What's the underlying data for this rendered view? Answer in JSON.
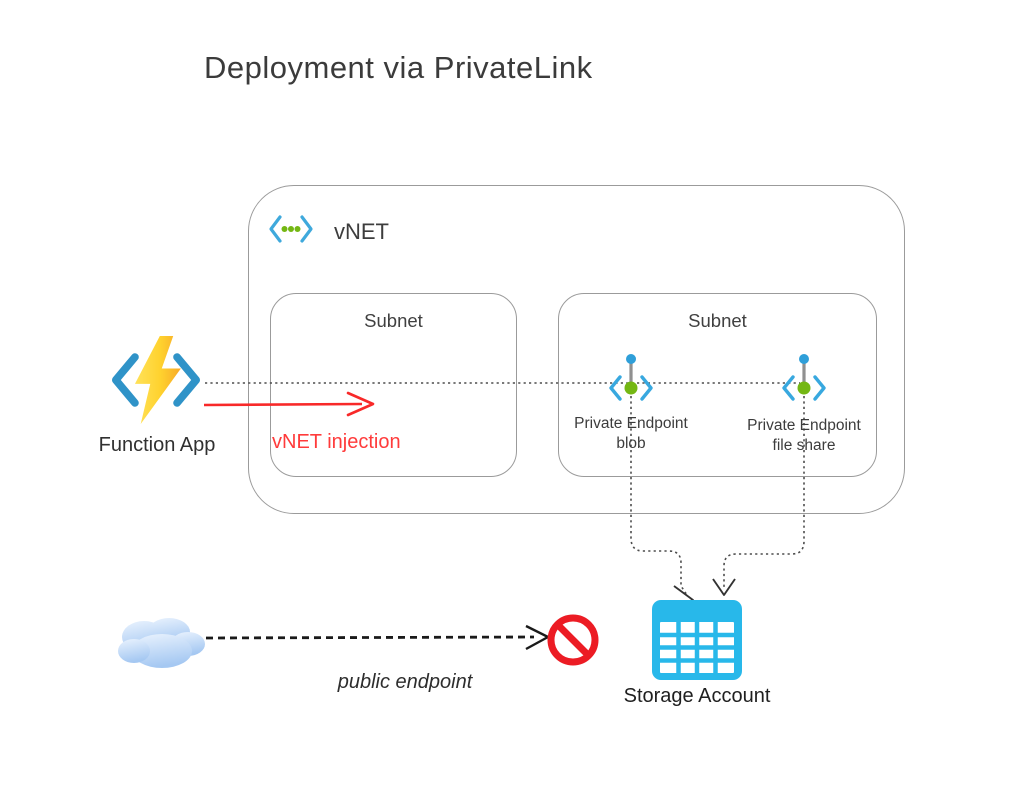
{
  "title": "Deployment via PrivateLink",
  "vnet": {
    "label": "vNET",
    "subnet_left": {
      "label": "Subnet"
    },
    "subnet_right": {
      "label": "Subnet"
    }
  },
  "nodes": {
    "function_app": {
      "label": "Function App"
    },
    "storage": {
      "label": "Storage Account"
    },
    "public_endpoint": {
      "label": "public endpoint"
    }
  },
  "annotations": {
    "vnet_injection": "vNET injection"
  },
  "endpoints": {
    "blob": {
      "line1": "Private Endpoint",
      "line2": "blob"
    },
    "file_share": {
      "line1": "Private Endpoint",
      "line2": "file share"
    }
  },
  "icons": {
    "vnet": "virtual-network-icon",
    "function_app": "function-app-icon",
    "private_endpoint": "private-endpoint-icon",
    "storage": "storage-account-table-icon",
    "cloud": "cloud-icon",
    "no_entry": "prohibited-icon"
  },
  "colors": {
    "accent_red": "#f82929",
    "red_text": "#ff3b3b",
    "azure_bracket_blue": "#2f93c8",
    "endpoint_bracket_blue": "#38a8df",
    "green_dot": "#74b713",
    "bolt_yellow": "#ffdf43",
    "bolt_orange": "#f7a928",
    "storage_cyan": "#28b8ea",
    "border_gray": "#9b9b9b",
    "prohibit_red": "#ec1c24",
    "cloud_blue": "#a5c8f2"
  }
}
